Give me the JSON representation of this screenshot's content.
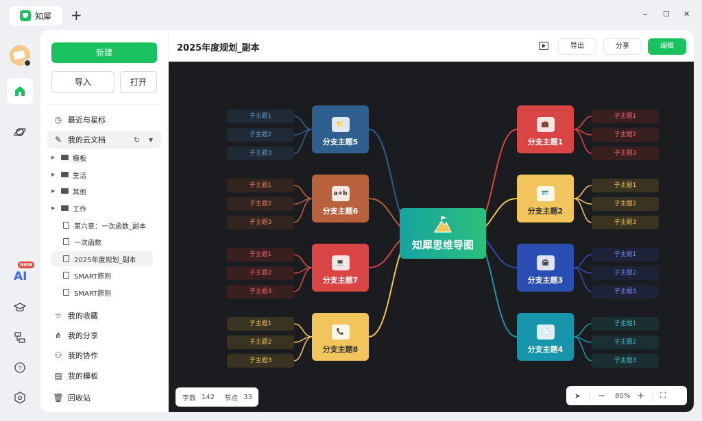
{
  "app": {
    "tab_title": "知犀",
    "add_tab": "+",
    "win_min": "–",
    "win_max": "☐",
    "win_close": "✕"
  },
  "rail": {
    "ai_badge": "NEW",
    "ai_label": "AI"
  },
  "sidebar": {
    "new_label": "新建",
    "import_label": "导入",
    "open_label": "打开",
    "recent_label": "最近与星标",
    "cloud_label": "我的云文档",
    "tree": [
      {
        "type": "folder",
        "label": "模板"
      },
      {
        "type": "folder",
        "label": "生活"
      },
      {
        "type": "folder",
        "label": "其他"
      },
      {
        "type": "folder",
        "label": "工作"
      },
      {
        "type": "doc",
        "label": "第六章：一次函数_副本"
      },
      {
        "type": "doc",
        "label": "一次函数"
      },
      {
        "type": "doc",
        "label": "2025年度规划_副本"
      },
      {
        "type": "doc",
        "label": "SMART原则"
      },
      {
        "type": "doc",
        "label": "SMART原则"
      }
    ],
    "favorites_label": "我的收藏",
    "shares_label": "我的分享",
    "collab_label": "我的协作",
    "templates_label": "我的模板",
    "trash_label": "回收站"
  },
  "doc": {
    "title": "2025年度规划_副本",
    "export_label": "导出",
    "share_label": "分享",
    "edit_label": "编辑"
  },
  "mindmap": {
    "center": "知犀思维导图",
    "branches": [
      {
        "label": "分支主题1",
        "color": "#d94545",
        "leaf_bg": "#3a1f21",
        "leaf_fg": "#ef6b6b",
        "icon": "briefcase-icon",
        "glyph": "💼",
        "children": [
          "子主题1",
          "子主题2",
          "子主题3"
        ]
      },
      {
        "label": "分支主题2",
        "color": "#f2c55c",
        "leaf_bg": "#3a3322",
        "leaf_fg": "#f2c55c",
        "icon": "badge-icon",
        "glyph": "🪪",
        "children": [
          "子主题1",
          "子主题2",
          "子主题3"
        ]
      },
      {
        "label": "分支主题3",
        "color": "#2b4eb2",
        "leaf_bg": "#1e2238",
        "leaf_fg": "#6f8ff0",
        "icon": "printer-icon",
        "glyph": "🖨",
        "children": [
          "子主题1",
          "子主题2",
          "子主题3"
        ]
      },
      {
        "label": "分支主题4",
        "color": "#1795ad",
        "leaf_bg": "#1b2f33",
        "leaf_fg": "#47bdd3",
        "icon": "document-icon",
        "glyph": "📄",
        "children": [
          "子主题1",
          "子主题2",
          "子主题3"
        ]
      },
      {
        "label": "分支主题5",
        "color": "#2f5f8f",
        "leaf_bg": "#1f2a36",
        "leaf_fg": "#6c9fd0",
        "icon": "folder-icon",
        "glyph": "📁",
        "children": [
          "子主题1",
          "子主题2",
          "子主题3"
        ]
      },
      {
        "label": "分支主题6",
        "color": "#b9603c",
        "leaf_bg": "#33241f",
        "leaf_fg": "#e08863",
        "icon": "blackboard-icon",
        "glyph": "a+b",
        "children": [
          "子主题1",
          "子主题2",
          "子主题3"
        ]
      },
      {
        "label": "分支主题7",
        "color": "#d94545",
        "leaf_bg": "#3a1f21",
        "leaf_fg": "#ef6b6b",
        "icon": "laptop-icon",
        "glyph": "💻",
        "children": [
          "子主题1",
          "子主题2",
          "子主题3"
        ]
      },
      {
        "label": "分支主题8",
        "color": "#f2c55c",
        "leaf_bg": "#3a3322",
        "leaf_fg": "#f2c55c",
        "icon": "phone-icon",
        "glyph": "📞",
        "children": [
          "子主题1",
          "子主题2",
          "子主题3"
        ]
      }
    ]
  },
  "status": {
    "word_label": "字数",
    "word_count": "142",
    "node_label": "节点",
    "node_count": "33"
  },
  "zoom": {
    "minus": "−",
    "value": "80%",
    "plus": "+"
  }
}
